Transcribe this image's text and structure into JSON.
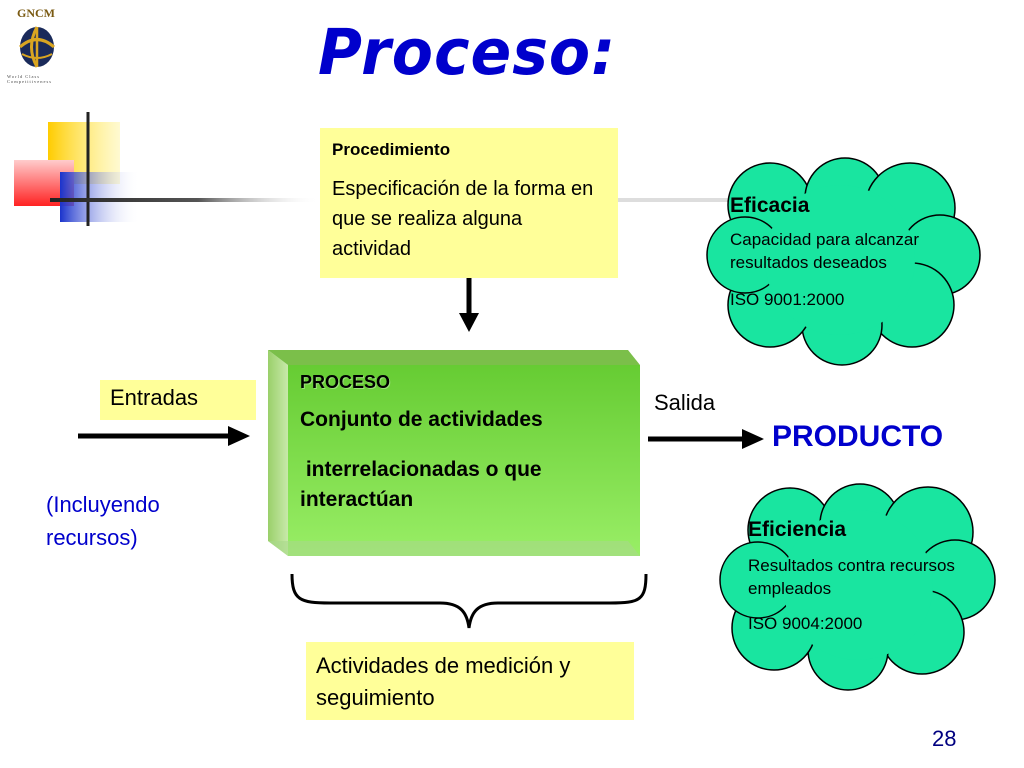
{
  "logo": {
    "text": "GNCM",
    "subtext": "World Class Competitiveness"
  },
  "title": "Proceso:",
  "procedimiento": {
    "heading": "Procedimiento",
    "description": "Especificación de la forma en que se realiza alguna actividad"
  },
  "proceso": {
    "heading": "PROCESO",
    "line1": "Conjunto de actividades",
    "line2": " interrelacionadas o que interactúan"
  },
  "entradas": "Entradas",
  "incluyendo": "(Incluyendo recursos)",
  "salida": "Salida",
  "producto": "PRODUCTO",
  "eficacia": {
    "title": "Eficacia",
    "description": "Capacidad para alcanzar resultados deseados",
    "iso": "ISO 9001:2000"
  },
  "eficiencia": {
    "title": "Eficiencia",
    "description": "Resultados contra recursos empleados",
    "iso": "ISO 9004:2000"
  },
  "medicion": "Actividades de medición y seguimiento",
  "page_number": "28",
  "colors": {
    "title": "#0000cc",
    "box_yellow": "#ffff99",
    "cloud_green": "#19e5a0",
    "process_green": "#66cc33"
  }
}
